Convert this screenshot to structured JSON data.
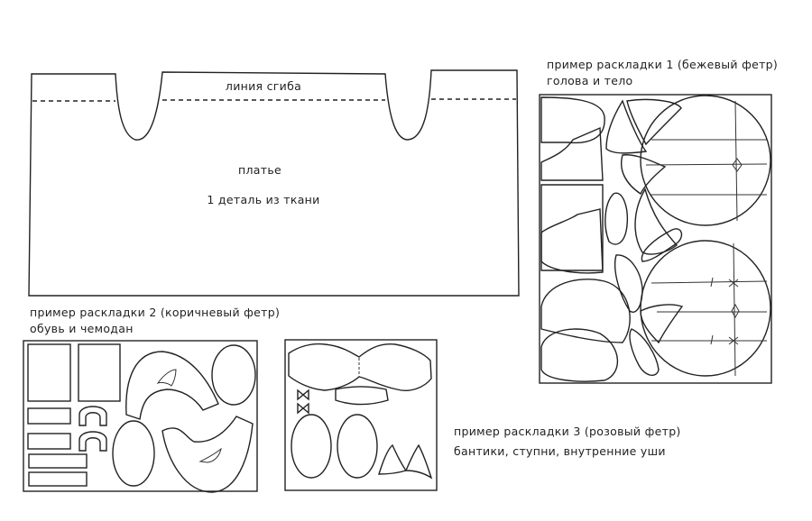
{
  "dress": {
    "fold_line_label": "линия сгиба",
    "title": "платье",
    "subtitle": "1 деталь из ткани"
  },
  "layout1": {
    "title": "пример раскладки 1 (бежевый фетр)",
    "subtitle": "голова и тело"
  },
  "layout2": {
    "title": "пример раскладки 2 (коричневый фетр)",
    "subtitle": "обувь и чемодан"
  },
  "layout3": {
    "title": "пример раскладки 3 (розовый фетр)",
    "subtitle": "бантики, ступни, внутренние уши"
  },
  "colors": {
    "line": "#222222",
    "background": "#ffffff"
  }
}
